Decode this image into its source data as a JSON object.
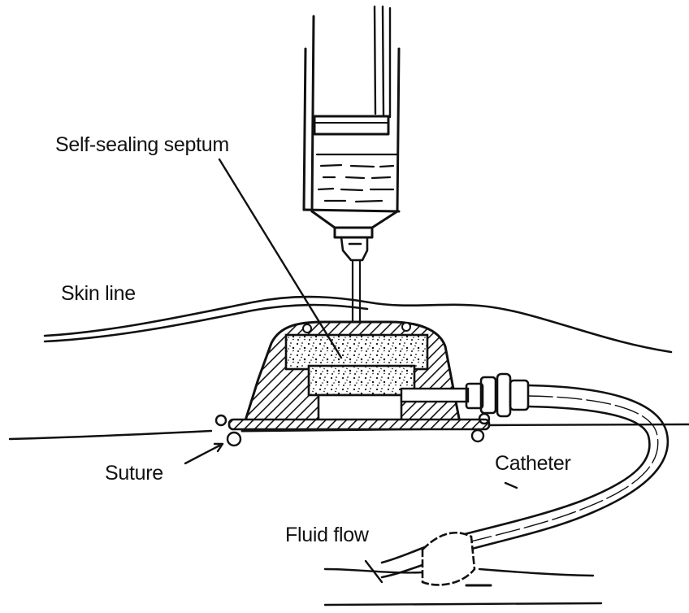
{
  "labels": {
    "septum": "Self-sealing septum",
    "skin_line": "Skin line",
    "suture": "Suture",
    "catheter": "Catheter",
    "fluid_flow": "Fluid flow"
  }
}
